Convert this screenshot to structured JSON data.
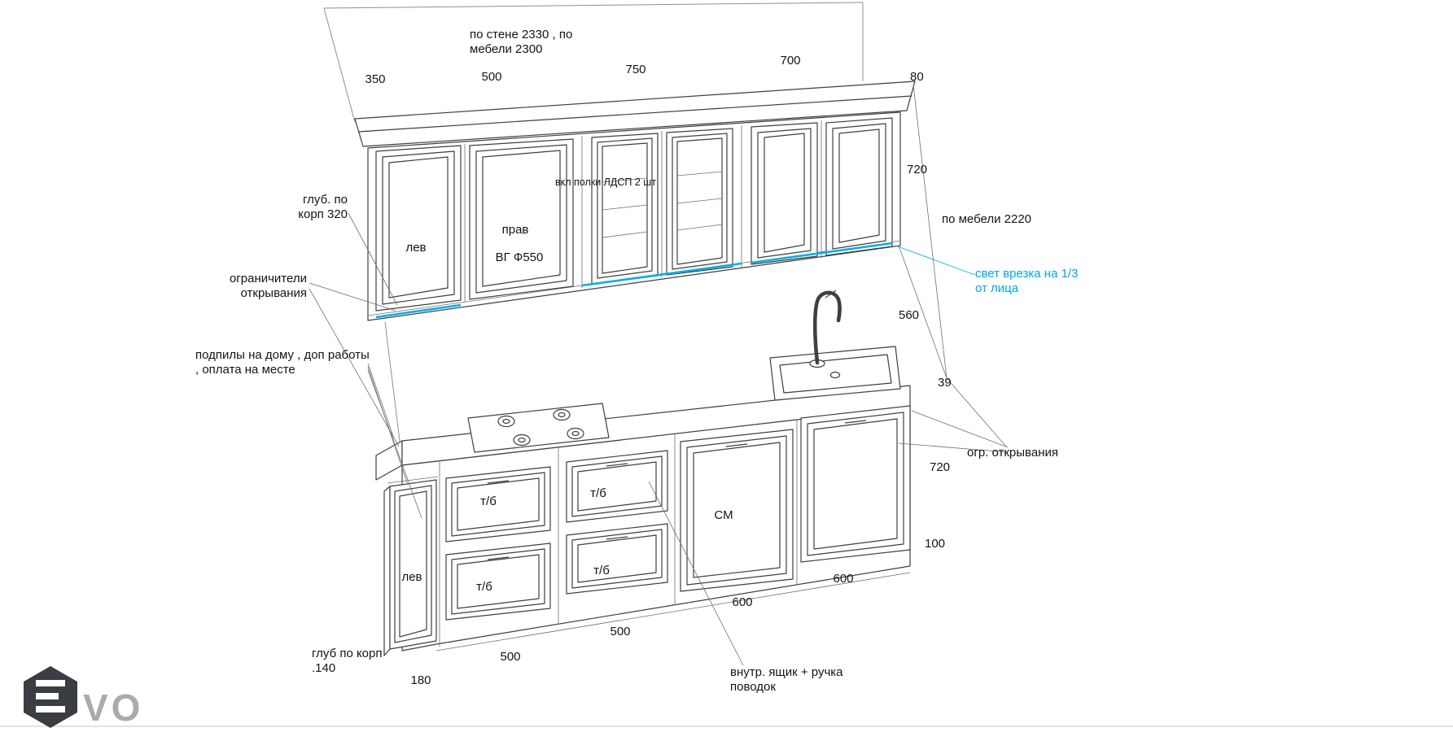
{
  "colors": {
    "line": "#3f3f3f",
    "accent_cyan": "#00aeef",
    "text": "#141414",
    "logo_dark": "#3a3d42",
    "logo_gray": "#ababab"
  },
  "top": {
    "wall_note_l1": "по стене 2330 , по",
    "wall_note_l2": "мебели 2300",
    "dim_350": "350",
    "dim_500": "500",
    "dim_750": "750",
    "dim_700": "700",
    "dim_80": "80"
  },
  "right": {
    "dim_720_upper": "720",
    "furniture_2220": "по мебели 2220",
    "light_note_l1": "свет врезка  на 1/3",
    "light_note_l2": "от лица",
    "dim_560": "560",
    "dim_39": "39",
    "opening_limiters": "огр. открывания",
    "dim_720_lower": "720",
    "dim_100": "100"
  },
  "left": {
    "depth_top_l1": "глуб. по",
    "depth_top_l2": "корп 320",
    "limiters_l1": "ограничители",
    "limiters_l2": "открывания",
    "sawing_l1": "подпилы на дому , доп работы",
    "sawing_l2": ", оплата на месте",
    "depth_bottom_l1": "глуб по корп",
    "depth_bottom_l2": ".140"
  },
  "cabinets": {
    "upper_left_door": "лев",
    "upper_second_door": "прав",
    "vg_note": "ВГ   Ф550",
    "shelves_note": "вкл полки ЛДСП 2 шт",
    "drawer_tb": "т/б",
    "sm_cabinet": "СМ",
    "base_left_door": "лев"
  },
  "bottom": {
    "dim_600_right": "600",
    "dim_600_mid": "600",
    "dim_500_mid": "500",
    "dim_500_left": "500",
    "dim_180": "180",
    "inner_drawer_l1": "внутр. ящик + ручка",
    "inner_drawer_l2": "поводок"
  },
  "logo": {
    "vo": "VO"
  }
}
